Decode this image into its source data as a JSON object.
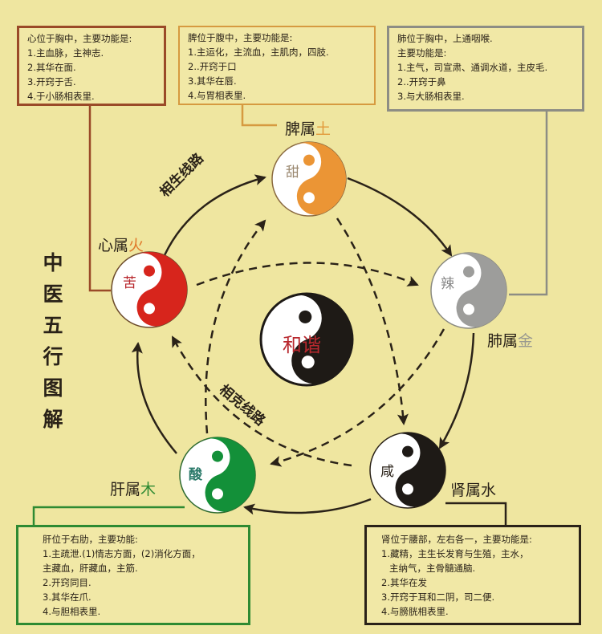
{
  "title": [
    "中",
    "医",
    "五",
    "行",
    "图",
    "解"
  ],
  "center": {
    "label": "和谐",
    "label_color": "#b8282e"
  },
  "paths": {
    "generating": "相生线路",
    "controlling": "相克线路"
  },
  "organs": [
    {
      "id": "heart",
      "organ_label": "心属",
      "element": "火",
      "element_color": "#e0782a",
      "taste": "苦",
      "color": "#d7251c",
      "taste_color": "#b8282e"
    },
    {
      "id": "spleen",
      "organ_label": "脾属",
      "element": "土",
      "element_color": "#e29a3a",
      "taste": "甜",
      "color": "#eb9535",
      "taste_color": "#9a8870"
    },
    {
      "id": "lung",
      "organ_label": "肺属",
      "element": "金",
      "element_color": "#9a9a90",
      "taste": "辣",
      "color": "#9d9d9b",
      "taste_color": "#888888"
    },
    {
      "id": "kidney",
      "organ_label": "肾属",
      "element": "水",
      "element_color": "#2a2218",
      "taste": "咸",
      "color": "#1e1a16",
      "taste_color": "#2a2218"
    },
    {
      "id": "liver",
      "organ_label": "肝属",
      "element": "木",
      "element_color": "#2e8a32",
      "taste": "酸",
      "color": "#139039",
      "taste_color": "#2b7a6a"
    }
  ],
  "boxes": {
    "heart": [
      "心位于胸中，主要功能是:",
      "1.主血脉，主神志.",
      "2.其华在面.",
      "3.开窍于舌.",
      "4.于小肠相表里."
    ],
    "spleen": [
      "脾位于腹中，主要功能是:",
      "1.主运化，主流血，主肌肉，四肢.",
      "2..开窍于口",
      "3.其华在唇.",
      "4.与胃相表里."
    ],
    "lung": [
      "肺位于胸中，上通咽喉.",
      "主要功能是:",
      "1.主气，司宣肃、通调水道，主皮毛.",
      "2..开窍于鼻",
      "3.与大肠相表里."
    ],
    "liver": [
      "肝位于右肋，主要功能:",
      "1.主疏泄.(1)情志方面，(2)消化方面，",
      "主藏血，肝藏血，主筋.",
      "2.开窍同目.",
      "3.其华在爪.",
      "4.与胆相表里."
    ],
    "kidney": [
      "肾位于腰部，左右各一，主要功能是:",
      "1.藏精，主生长发育与生殖，主水，",
      "主纳气，主骨髓通脑.",
      "2.其华在发",
      "3.开窍于耳和二阴，司二便.",
      "4.与膀胱相表里."
    ]
  },
  "colors": {
    "background": "#efe6a0",
    "box_fill": "#f1e8a6",
    "line": "#2a2218"
  }
}
